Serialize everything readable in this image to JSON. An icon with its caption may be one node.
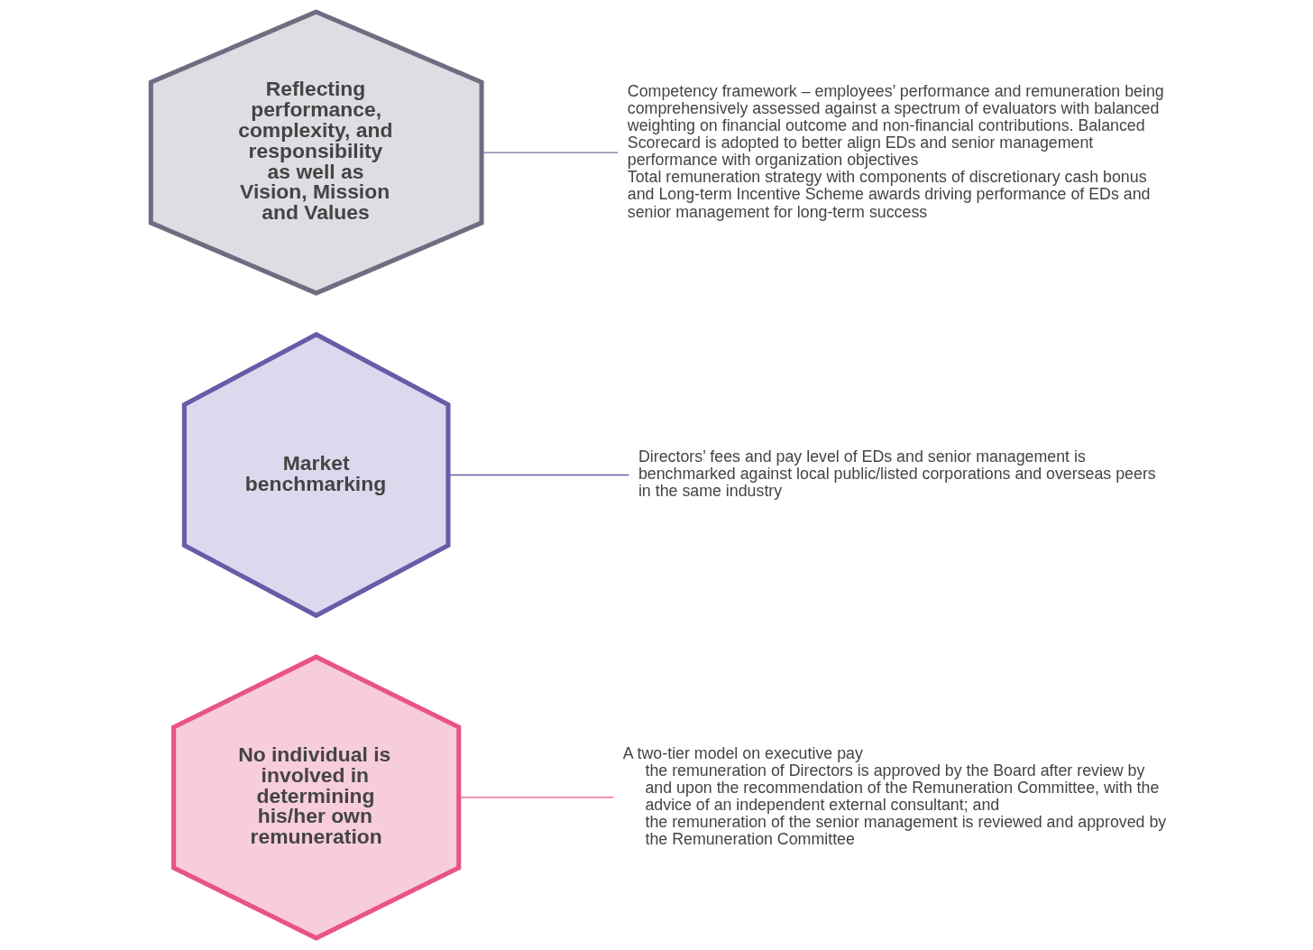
{
  "diagram": {
    "nodes": [
      {
        "text": [
          "No individual is involved in determining his/her own remuneration"
        ]
      },
      {
        "text": [
          "Market benchmarking"
        ]
      },
      {
        "text": [
          "Reflecting performance, complexity, and responsibility as well as Vision, Mission and Values"
        ]
      },
      {
        "text": [
          "A two-tier model on executive pay",
          "the remuneration of Directors is approved by the Board after review by and upon the recommendation of the Remuneration Committee, with the advice of an independent external consultant; and",
          "the remuneration of the senior management is reviewed and approved by the Remuneration Committee"
        ]
      },
      {
        "text": [
          "Directors’ fees and pay level of EDs and senior management is benchmarked against local public/listed corporations and overseas peers in the same industry"
        ]
      },
      {
        "text": [
          "Competency framework – employees’ performance and remuneration being comprehensively assessed against a spectrum of evaluators with balanced weighting on financial outcome and non-financial contributions. Balanced Scorecard is adopted to better align EDs and senior management performance with organization objectives",
          "Total remuneration strategy with components of discretionary cash bonus and Long-term Incentive Scheme awards driving performance of EDs and senior management for long-term success"
        ]
      }
    ],
    "edges": [
      {
        "from": 0,
        "to": 3,
        "arrow": "none",
        "color": "#e8538a"
      },
      {
        "from": 1,
        "to": 4,
        "arrow": "none",
        "color": "#6a5aa8"
      },
      {
        "from": 2,
        "to": 5,
        "arrow": "none",
        "color": "#7a6f9a"
      }
    ]
  }
}
